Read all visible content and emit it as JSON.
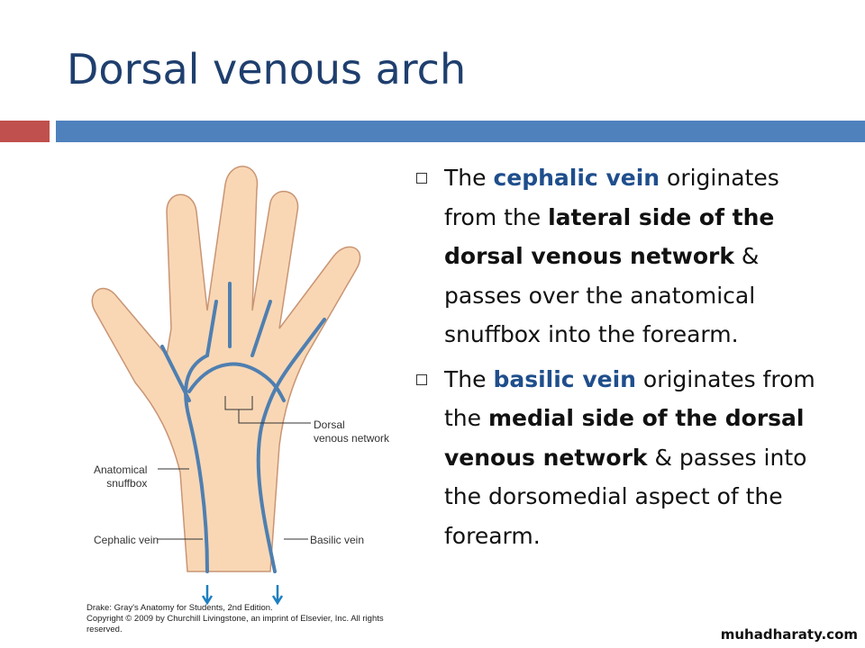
{
  "title": "Dorsal venous arch",
  "figure": {
    "labels": {
      "dorsal_network": "Dorsal\nvenous network",
      "snuffbox": "Anatomical\nsnuffbox",
      "cephalic": "Cephalic vein",
      "basilic": "Basilic vein"
    },
    "caption_line1": "Drake: Gray's Anatomy for Students, 2nd Edition.",
    "caption_line2": "Copyright © 2009 by Churchill Livingstone, an imprint of Elsevier, Inc. All rights reserved."
  },
  "bullets": [
    {
      "t1": "The ",
      "hl": "cephalic vein",
      "t2": " originates from the ",
      "bold": "lateral side of the dorsal venous network",
      "t3": " & passes over the anatomical snuffbox into the forearm."
    },
    {
      "t1": "The ",
      "hl": "basilic vein",
      "t2": " originates from the ",
      "bold": "medial side of the dorsal venous network",
      "t3": " & passes into the dorsomedial aspect of the forearm."
    }
  ],
  "watermark": "muhadharaty.com",
  "colors": {
    "accent_red": "#c0504d",
    "accent_blue": "#4f81bd",
    "title": "#1f3f6e"
  }
}
